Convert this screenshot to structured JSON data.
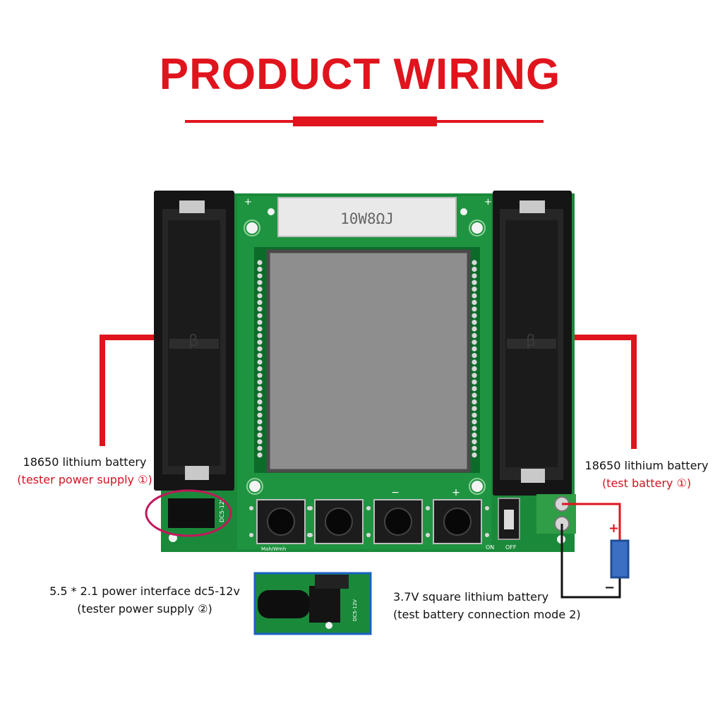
{
  "title": "PRODUCT WIRING",
  "board": {
    "resistor_text": "10W8ΩJ",
    "button_label": "Mah/Wmh",
    "switch_on": "ON",
    "switch_off": "OFF",
    "minus_mark": "−",
    "plus_mark": "+",
    "dc_silk": "DC5-12V",
    "battery_logo": "β"
  },
  "labels": {
    "left_battery": {
      "line1": "18650 lithium battery",
      "line2": "(tester power supply ①)"
    },
    "right_battery": {
      "line1": "18650 lithium battery",
      "line2": "(test battery ①)"
    },
    "dc_power": {
      "line1": "5.5 * 2.1 power interface dc5-12v",
      "line2": "(tester power supply ②)"
    },
    "square_battery": {
      "line1": "3.7V square lithium battery",
      "line2": "(test battery connection mode 2)"
    }
  },
  "wiring": {
    "plus": "+",
    "minus": "−"
  },
  "colors": {
    "accent": "#e0141d",
    "pcb": "#1a8a3a",
    "lcd": "#8e8e8e",
    "battery_blue": "#3a6fc4"
  }
}
